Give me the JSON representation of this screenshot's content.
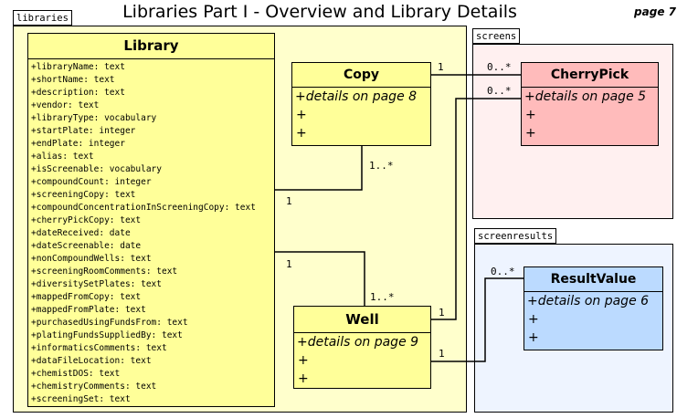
{
  "title": "Libraries Part I - Overview and Library Details",
  "page_label": "page 7",
  "packages": {
    "libraries": "libraries",
    "screens": "screens",
    "screenresults": "screenresults"
  },
  "colors": {
    "libraries_bg": "#ffffcc",
    "class_yellow": "#ffff99",
    "screens_bg": "#fff0f0",
    "cherrypick_bg": "#ffbbbb",
    "screenresults_bg": "#eef4ff",
    "resultvalue_bg": "#bbdaff"
  },
  "library": {
    "name": "Library",
    "attributes": [
      "+libraryName: text",
      "+shortName: text",
      "+description: text",
      "+vendor: text",
      "+libraryType: vocabulary",
      "+startPlate: integer",
      "+endPlate: integer",
      "+alias: text",
      "+isScreenable: vocabulary",
      "+compoundCount: integer",
      "+screeningCopy: text",
      "+compoundConcentrationInScreeningCopy: text",
      "+cherryPickCopy: text",
      "+dateReceived: date",
      "+dateScreenable: date",
      "+nonCompoundWells: text",
      "+screeningRoomComments: text",
      "+diversitySetPlates: text",
      "+mappedFromCopy: text",
      "+mappedFromPlate: text",
      "+purchasedUsingFundsFrom: text",
      "+platingFundsSuppliedBy: text",
      "+informaticsComments: text",
      "+dataFileLocation: text",
      "+chemistDOS: text",
      "+chemistryComments: text",
      "+screeningSet: text"
    ]
  },
  "copy": {
    "name": "Copy",
    "details": "+details on page 8",
    "plus1": "+",
    "plus2": "+"
  },
  "well": {
    "name": "Well",
    "details": "+details on page 9",
    "plus1": "+",
    "plus2": "+"
  },
  "cherrypick": {
    "name": "CherryPick",
    "details": "+details on page 5",
    "plus1": "+",
    "plus2": "+"
  },
  "resultvalue": {
    "name": "ResultValue",
    "details": "+details on page 6",
    "plus1": "+",
    "plus2": "+"
  },
  "multiplicities": {
    "copy_cp_copy": "1",
    "copy_cp_cherry": "0..*",
    "well_cp_cherry": "0..*",
    "lib_copy_lib": "1",
    "lib_copy_copy": "1..*",
    "lib_well_lib": "1",
    "lib_well_well": "1..*",
    "well_cp_well": "1",
    "well_rv_well": "1",
    "well_rv_rv": "0..*"
  }
}
